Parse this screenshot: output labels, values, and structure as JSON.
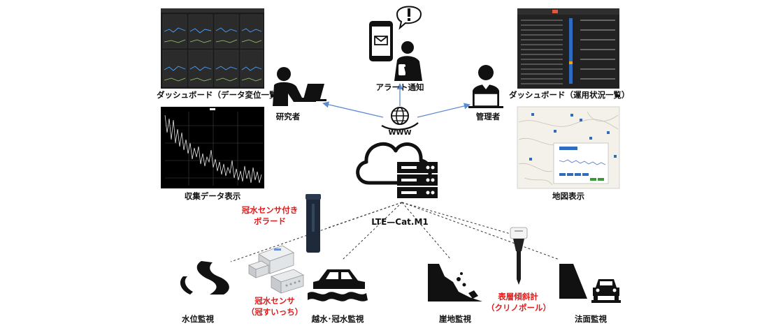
{
  "labels": {
    "dashboard_data": "ダッシュボード（データ変位一覧）",
    "collected_data": "収集データ表示",
    "alert": "アラート通知",
    "dashboard_status": "ダッシュボード（運用状況一覧）",
    "map_view": "地図表示",
    "researcher": "研究者",
    "manager": "管理者",
    "www": "WWW",
    "network": "LTE—Cat.M1",
    "bollard_line1": "冠水センサ付き",
    "bollard_line2": "ボラード",
    "flood_sensor_line1": "冠水センサ",
    "flood_sensor_line2": "（冠すいっち）",
    "surface_tilt_line1": "表層傾斜計",
    "surface_tilt_line2": "（クリノポール）",
    "water_level": "水位監視",
    "overflow": "越水･冠水監視",
    "cliff": "崖地監視",
    "slope": "法面監視",
    "email_icon_mark": "!"
  },
  "colors": {
    "arrow": "#5b8bd0",
    "red_label": "#e01a1a",
    "dark": "#111111"
  }
}
